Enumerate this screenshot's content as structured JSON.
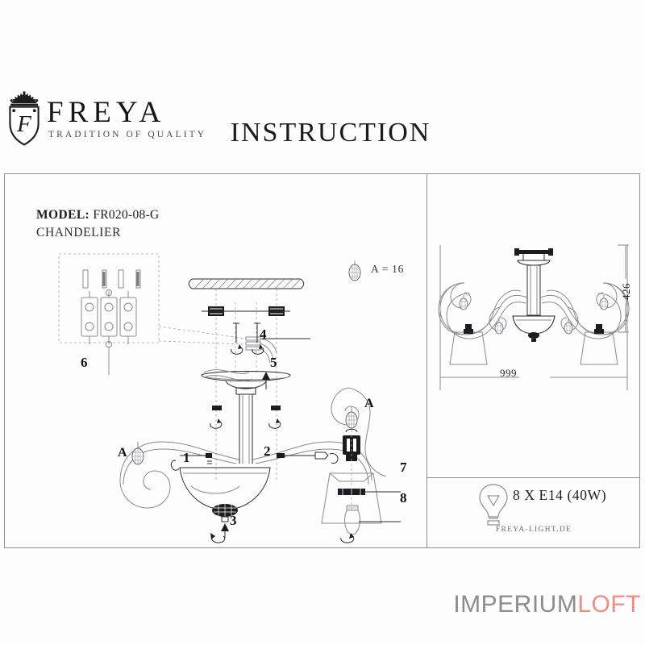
{
  "brand": {
    "name": "FREYA",
    "tagline": "TRADITION OF QUALITY",
    "logo_icon": "freya-crown-shield-f-monogram"
  },
  "document": {
    "title": "INSTRUCTION"
  },
  "product": {
    "model_label": "MODEL:",
    "model_value": "FR020-08-G",
    "type": "CHANDELIER"
  },
  "parts": {
    "crystal_label": "A",
    "crystal_quantity_text": "A = 16",
    "crystal_icon": "crystal-drop-icon",
    "callouts": [
      {
        "id": "1",
        "label": "1"
      },
      {
        "id": "2",
        "label": "2"
      },
      {
        "id": "3",
        "label": "3"
      },
      {
        "id": "4",
        "label": "4"
      },
      {
        "id": "5",
        "label": "5"
      },
      {
        "id": "6",
        "label": "6"
      },
      {
        "id": "7",
        "label": "7"
      },
      {
        "id": "8",
        "label": "8"
      }
    ],
    "crystal_marks": [
      {
        "label": "A"
      },
      {
        "label": "A"
      }
    ]
  },
  "dimensions": {
    "width_value": "999",
    "height_value": "426"
  },
  "lamp": {
    "spec": "8 X E14 (40W)",
    "bulb_icon": "bulb-icon"
  },
  "website": "FREYA-LIGHT.DE",
  "footer": {
    "logo_part1": "IMPERIUM",
    "logo_part2": "LOFT",
    "color_part1": "#8c8c8e",
    "color_part2": "#ef8d84"
  },
  "colors": {
    "background": "#fdfdfd",
    "frame_line": "#8f9094",
    "ink": "#1c1c20",
    "light_line": "#8a8a8f"
  }
}
